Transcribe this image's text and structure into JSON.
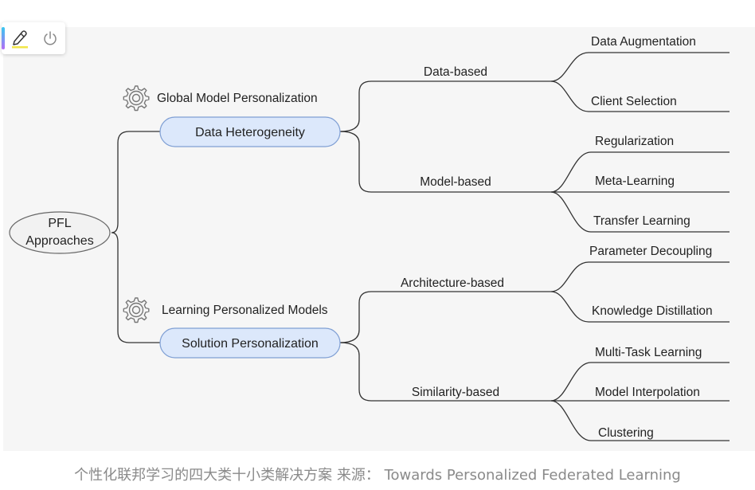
{
  "toolbar": {
    "pen_icon": "pen-icon",
    "power_icon": "power-icon",
    "highlight_color": "#f2e64a"
  },
  "diagram": {
    "root": "PFL Approaches",
    "root_lines": [
      "PFL",
      "Approaches"
    ],
    "branches": [
      {
        "annotation": "Global Model Personalization",
        "label": "Data Heterogeneity",
        "children": [
          {
            "label": "Data-based",
            "leaves": [
              "Data Augmentation",
              "Client Selection"
            ]
          },
          {
            "label": "Model-based",
            "leaves": [
              "Regularization",
              "Meta-Learning",
              "Transfer Learning"
            ]
          }
        ]
      },
      {
        "annotation": "Learning Personalized Models",
        "label": "Solution Personalization",
        "children": [
          {
            "label": "Architecture-based",
            "leaves": [
              "Parameter Decoupling",
              "Knowledge Distillation"
            ]
          },
          {
            "label": "Similarity-based",
            "leaves": [
              "Multi-Task Learning",
              "Model Interpolation",
              "Clustering"
            ]
          }
        ]
      }
    ],
    "colors": {
      "node_fill": "#dce8fb",
      "node_stroke": "#7f9fd4",
      "line": "#333333",
      "root_fill": "#f2f2f2",
      "gear": "#777777"
    }
  },
  "caption": "个性化联邦学习的四大类十小类解决方案 来源： Towards Personalized Federated Learning"
}
